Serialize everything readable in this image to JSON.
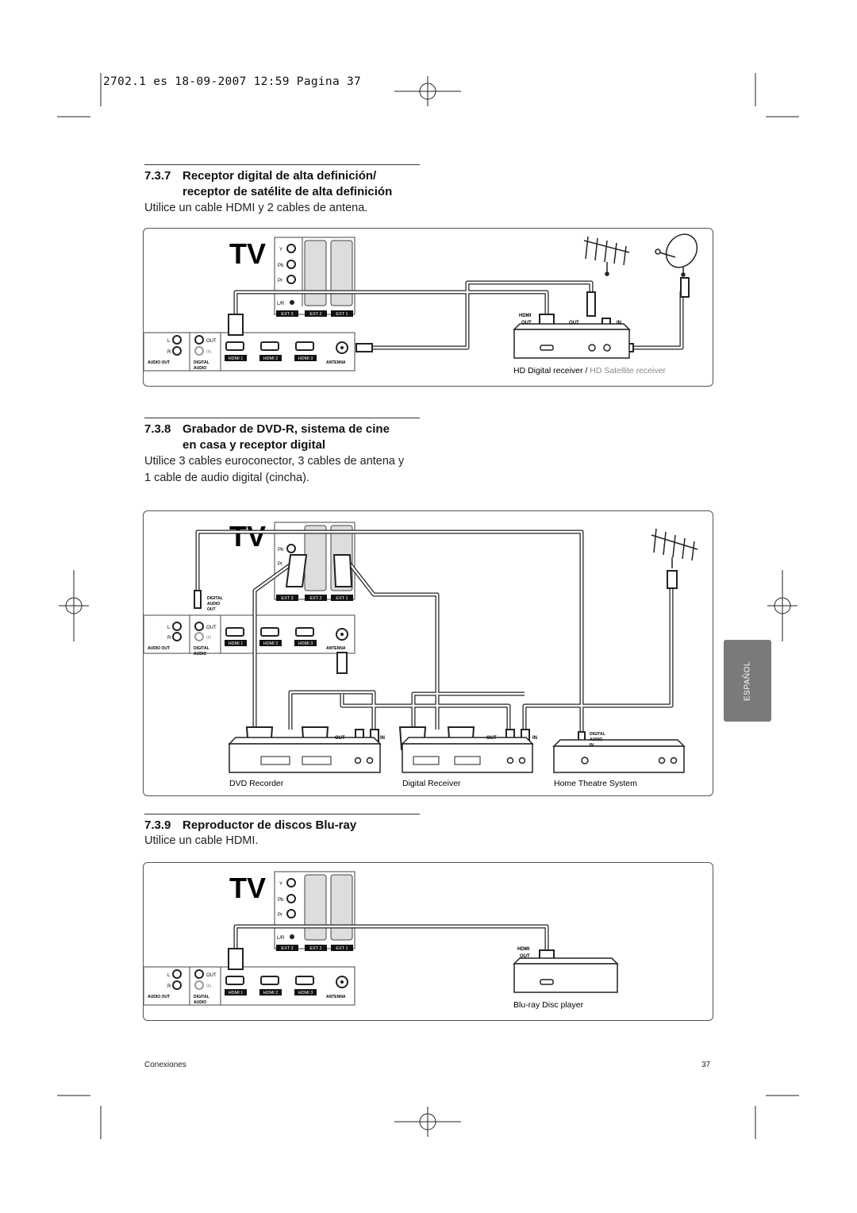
{
  "print_header": "2702.1 es  18-09-2007  12:59  Pagina 37",
  "side_tab": "ESPAÑOL",
  "sections": [
    {
      "number": "7.3.7",
      "title_line1": "Receptor digital de alta definición/",
      "title_line2": "receptor de satélite de alta definición",
      "body_line1": "Utilice un cable HDMI y 2 cables de antena.",
      "body_line2": ""
    },
    {
      "number": "7.3.8",
      "title_line1": "Grabador de DVD-R, sistema de cine",
      "title_line2": "en casa y receptor digital",
      "body_line1": "Utilice 3 cables euroconector, 3 cables de antena y",
      "body_line2": "1 cable de audio digital (cincha)."
    },
    {
      "number": "7.3.9",
      "title_line1": "Reproductor de discos Blu-ray",
      "title_line2": "",
      "body_line1": "Utilice un cable HDMI.",
      "body_line2": ""
    }
  ],
  "tv_panel": {
    "tv_label": "TV",
    "component_labels": [
      "Y",
      "Pb",
      "Pr"
    ],
    "lr_label": "L/R",
    "ext_labels": [
      "EXT 3",
      "EXT 2",
      "EXT 1"
    ],
    "hdmi_labels": [
      "HDMI 1",
      "HDMI 2",
      "HDMI 3"
    ],
    "l_label": "L",
    "r_label": "R",
    "out_label": "OUT",
    "in_label": "IN",
    "audio_out_label": "AUDIO OUT",
    "digital_audio_label": "DIGITAL",
    "digital_audio_label2": "AUDIO",
    "antenna_label": "ANTENNA"
  },
  "diagram1": {
    "device_hdmi_label": "HDMI",
    "device_out_label": "OUT",
    "ant_out_label": "OUT",
    "ant_in_label": "IN",
    "caption_main": "HD Digital receiver / ",
    "caption_secondary": "HD Satellite receiver",
    "secondary_color": "#8a8a8a"
  },
  "diagram2": {
    "tv_digital_audio": [
      "DIGITAL",
      "AUDIO",
      "OUT"
    ],
    "dvd_out": "OUT",
    "dvd_in": "IN",
    "rec_out": "OUT",
    "rec_in": "IN",
    "hts_digital_audio": [
      "DIGITAL",
      "AUDIO",
      "IN"
    ],
    "caption_dvd": "DVD Recorder",
    "caption_receiver": "Digital Receiver",
    "caption_hts": "Home Theatre System"
  },
  "diagram3": {
    "device_hdmi_label": "HDMI",
    "device_out_label": "OUT",
    "caption": "Blu-ray Disc player"
  },
  "footer": {
    "left": "Conexiones",
    "right": "37"
  }
}
